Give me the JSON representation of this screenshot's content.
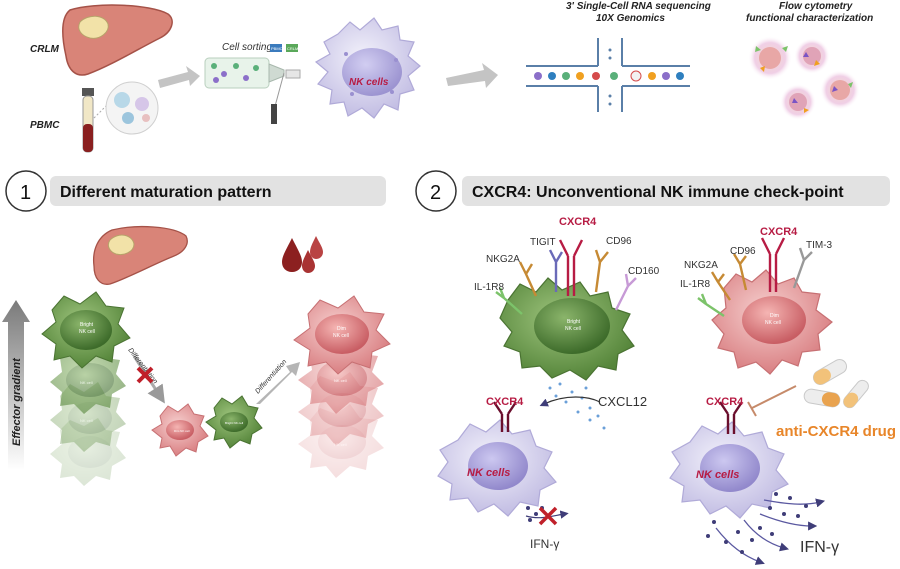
{
  "top": {
    "crlm": "CRLM",
    "pbmc": "PBMC",
    "cell_sorting": "Cell sorting",
    "sorter_tube_1": "PBMC",
    "sorter_tube_2": "CRLM",
    "nk_cells_big": "NK cells",
    "seq_line1": "3' Single-Cell RNA sequencing",
    "seq_line2": "10X Genomics",
    "flow_line1": "Flow cytometry",
    "flow_line2": "functional characterization"
  },
  "section1": {
    "number": "1",
    "title": "Different maturation pattern",
    "effector_gradient": "Effector gradient",
    "differentiation_left": "Differentiation",
    "differentiation_right": "Differentiation",
    "bright_nk_line1": "Bright",
    "bright_nk_line2": "NK cell",
    "dim_nk_line1": "Dim",
    "dim_nk_line2": "NK cell",
    "small_dim_label": "Dim NK cell",
    "small_bright_label": "Bright NK cell",
    "stack_label_2": "NK cell",
    "stack_label_3": "NK cell",
    "stack_label_4": "NK cell"
  },
  "section2": {
    "number": "2",
    "title": "CXCR4: Unconventional NK immune check-point",
    "bright_receptors": {
      "cxcr4": "CXCR4",
      "tigit": "TIGIT",
      "cd96": "CD96",
      "nkg2a": "NKG2A",
      "cd160": "CD160",
      "il1r8": "IL-1R8"
    },
    "bright_cell_line1": "Bright",
    "bright_cell_line2": "NK cell",
    "dim_receptors": {
      "cxcr4": "CXCR4",
      "cd96": "CD96",
      "tim3": "TIM-3",
      "nkg2a": "NKG2A",
      "il1r8": "IL-1R8"
    },
    "dim_cell_line1": "Dim",
    "dim_cell_line2": "NK cell",
    "left_cxcr4": "CXCR4",
    "cxcl12": "CXCL12",
    "left_nk_cells": "NK cells",
    "left_ifn": "IFN-γ",
    "right_cxcr4": "CXCR4",
    "drug": "anti-CXCR4 drug",
    "right_nk_cells": "NK cells",
    "right_ifn": "IFN-γ"
  },
  "colors": {
    "cxcr4_red": "#b71c44",
    "drug_orange": "#e8862a",
    "green_cell": "#6f9e4e",
    "pink_cell": "#e7a3a3",
    "lavender_cell": "#d9d6ee",
    "arrow_gray": "#b5b5b5",
    "header_bar": "#e2e2e2"
  }
}
